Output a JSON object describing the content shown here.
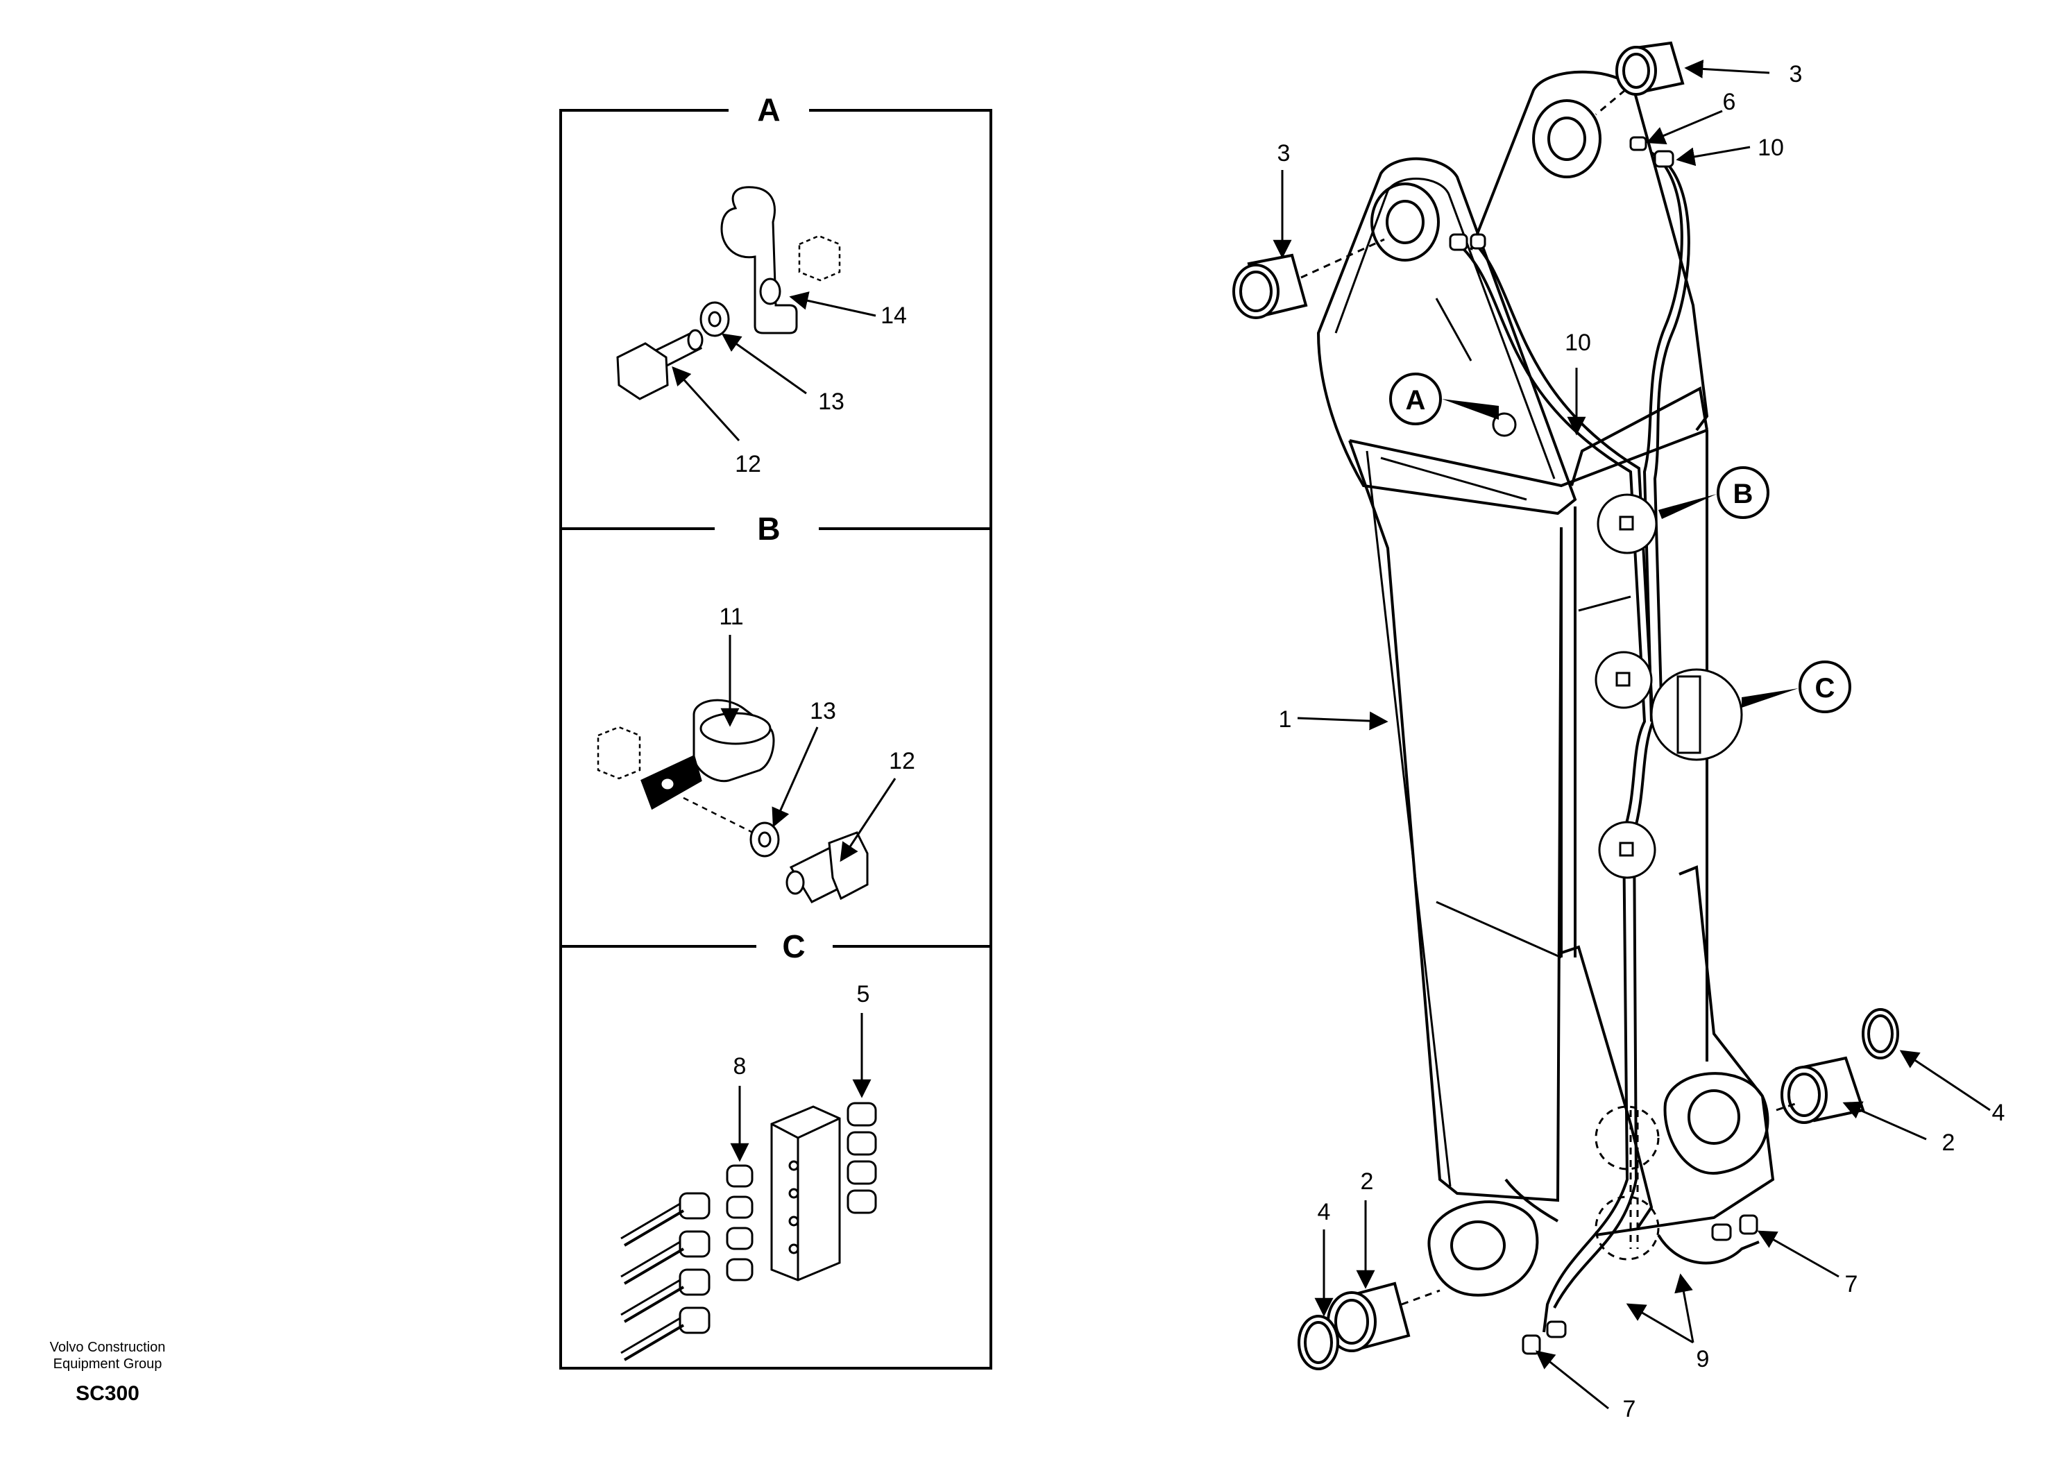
{
  "sections": {
    "a": {
      "title": "A",
      "labels": {
        "n14": "14",
        "n13": "13",
        "n12": "12"
      }
    },
    "b": {
      "title": "B",
      "labels": {
        "n11": "11",
        "n13": "13",
        "n12": "12"
      }
    },
    "c": {
      "title": "C",
      "labels": {
        "n5": "5",
        "n8": "8"
      }
    }
  },
  "main": {
    "callouts": {
      "a": "A",
      "b": "B",
      "c": "C"
    },
    "labels": {
      "n3_top": "3",
      "n6": "6",
      "n10_top": "10",
      "n3_left": "3",
      "n10_mid": "10",
      "n1": "1",
      "n4_right": "4",
      "n2_right": "2",
      "n7_right": "7",
      "n9": "9",
      "n7_bottom": "7",
      "n2_left": "2",
      "n4_left": "4"
    }
  },
  "footer": {
    "company_line1": "Volvo Construction",
    "company_line2": "Equipment Group",
    "model": "SC300"
  }
}
